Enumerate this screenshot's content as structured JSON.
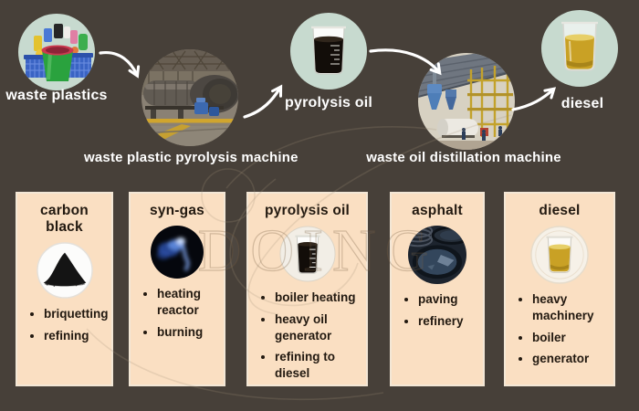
{
  "flow": {
    "nodes": [
      {
        "id": "waste-plastics",
        "label": "waste plastics"
      },
      {
        "id": "pyrolysis-machine",
        "label": "waste plastic pyrolysis machine"
      },
      {
        "id": "pyrolysis-oil",
        "label": "pyrolysis oil"
      },
      {
        "id": "distillation-machine",
        "label": "waste  oil distillation machine"
      },
      {
        "id": "diesel",
        "label": "diesel"
      }
    ]
  },
  "watermark": {
    "text": "DOING"
  },
  "cards": [
    {
      "title": "carbon black",
      "image": "carbon-black-powder",
      "uses": [
        "briquetting",
        "refining"
      ]
    },
    {
      "title": "syn-gas",
      "image": "syngas-blue-flame",
      "uses": [
        "heating reactor",
        "burning"
      ]
    },
    {
      "title": "pyrolysis oil",
      "image": "pyrolysis-oil-beaker",
      "uses": [
        "boiler heating",
        "heavy oil generator",
        "refining to diesel"
      ]
    },
    {
      "title": "asphalt",
      "image": "asphalt-barrels",
      "uses": [
        "paving",
        "refinery"
      ]
    },
    {
      "title": "diesel",
      "image": "diesel-beaker",
      "uses": [
        "heavy machinery",
        "boiler",
        "generator"
      ]
    }
  ],
  "colors": {
    "background": "#474039",
    "card_background": "#fadfc2",
    "circle_background": "#c7dacf",
    "arrow": "#ffffff",
    "text_dark": "#221910",
    "text_light": "#ffffff"
  }
}
